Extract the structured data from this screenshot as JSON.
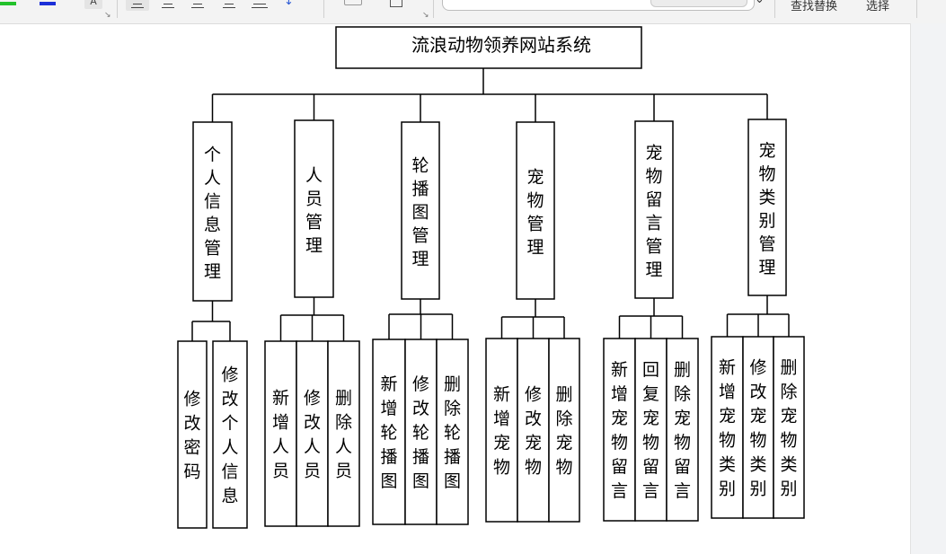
{
  "toolbar": {
    "dropdown_caret": "⌄",
    "find_replace_label": "查找替换",
    "select_label": "选择"
  },
  "icons": {
    "launcher": "↘",
    "font_box": "A",
    "line_spacing": "↕",
    "dropdown": "chevron-down-icon"
  },
  "colors": {
    "swatch_green": "#22c12a",
    "swatch_blue": "#1b2fd8",
    "line": "#000000"
  },
  "diagram": {
    "root": "流浪动物领养网站系统",
    "modules": [
      {
        "label": "个人信息管理",
        "children": [
          "修改密码",
          "修改个人信息"
        ]
      },
      {
        "label": "人员管理",
        "children": [
          "新增人员",
          "修改人员",
          "删除人员"
        ]
      },
      {
        "label": "轮播图管理",
        "children": [
          "新增轮播图",
          "修改轮播图",
          "删除轮播图"
        ]
      },
      {
        "label": "宠物管理",
        "children": [
          "新增宠物",
          "修改宠物",
          "删除宠物"
        ]
      },
      {
        "label": "宠物留言管理",
        "children": [
          "新增宠物留言",
          "回复宠物留言",
          "删除宠物留言"
        ]
      },
      {
        "label": "宠物类别管理",
        "children": [
          "新增宠物类别",
          "修改宠物类别",
          "删除宠物类别"
        ]
      }
    ]
  }
}
